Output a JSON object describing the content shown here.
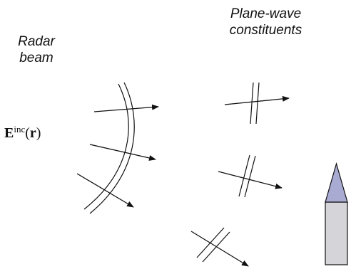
{
  "labels": {
    "radar_beam": [
      "Radar",
      "beam"
    ],
    "plane_wave": [
      "Plane-wave",
      "constituents"
    ],
    "field": {
      "symbol": "E",
      "superscript": "inc",
      "open_paren": "(",
      "argument": "r",
      "close_paren": ")"
    }
  },
  "colors": {
    "stroke": "#111111",
    "tower_body": "#d4d4d9",
    "tower_cap": "#a9abd3"
  }
}
